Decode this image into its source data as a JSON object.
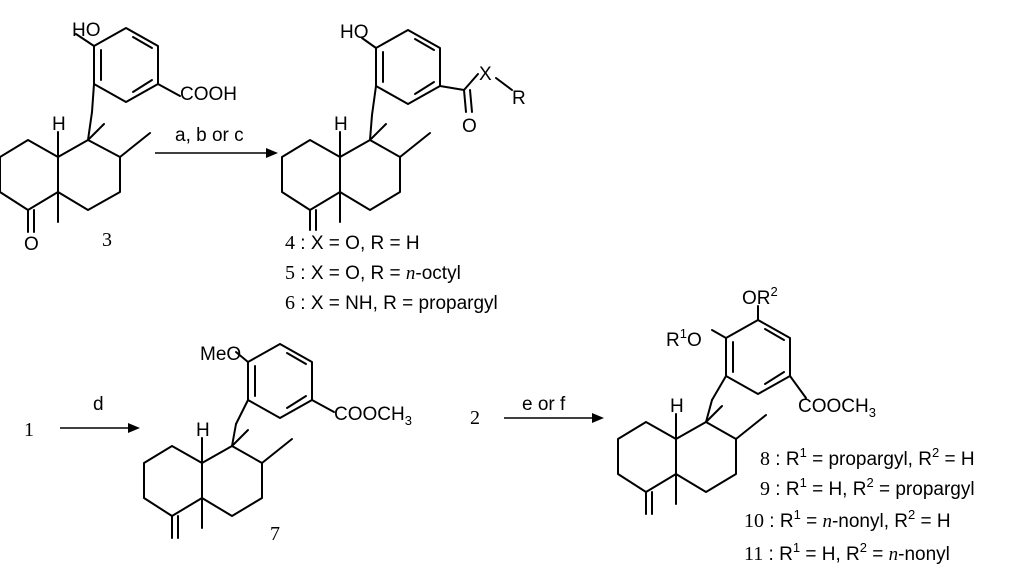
{
  "reaction1": {
    "start_id": "3",
    "reagents": "a, b or c",
    "sm_hydroxy": "HO",
    "sm_acid": "COOH",
    "sm_ketone_o": "O",
    "sm_stereo_h": "H",
    "prod_hydroxy": "HO",
    "prod_x": "X",
    "prod_r": "R",
    "prod_o": "O",
    "prod_stereo_h": "H",
    "products": [
      {
        "id": "4",
        "sep": " : ",
        "text": "X = O, R = H"
      },
      {
        "id": "5",
        "sep": " : ",
        "text": "X = O, R = ",
        "italic": "n",
        "tail": "-octyl"
      },
      {
        "id": "6",
        "sep": " : ",
        "text": "X = NH,  R = propargyl"
      }
    ]
  },
  "reaction2": {
    "start_id": "1",
    "reagents": "d",
    "product_id": "7",
    "methoxy": "MeO",
    "ester_main": "COOCH",
    "ester_sub": "3",
    "stereo_h": "H"
  },
  "reaction3": {
    "start_id": "2",
    "reagents": "e or f",
    "r1o": "R",
    "r1o_sup": "1",
    "r1o_tail": "O",
    "or2": "OR",
    "or2_sup": "2",
    "ester_main": "COOCH",
    "ester_sub": "3",
    "stereo_h": "H",
    "products": [
      {
        "id": "8",
        "sep": " : ",
        "a": "R",
        "a_sup": "1",
        "b": " = propargyl, R",
        "b_sup": "2",
        "c": " = H"
      },
      {
        "id": "9",
        "sep": " : ",
        "a": "R",
        "a_sup": "1",
        "b": " = H, R",
        "b_sup": "2",
        "c": " = propargyl"
      },
      {
        "id": "10",
        "sep": " : ",
        "a": "R",
        "a_sup": "1",
        "b": " = ",
        "b_it": "n",
        "b2": "-nonyl, R",
        "b_sup": "2",
        "c": " = H"
      },
      {
        "id": "11",
        "sep": " : ",
        "a": "R",
        "a_sup": "1",
        "b": " = H, R",
        "b_sup": "2",
        "c": " = ",
        "c_it": "n",
        "c2": "-nonyl"
      }
    ]
  }
}
